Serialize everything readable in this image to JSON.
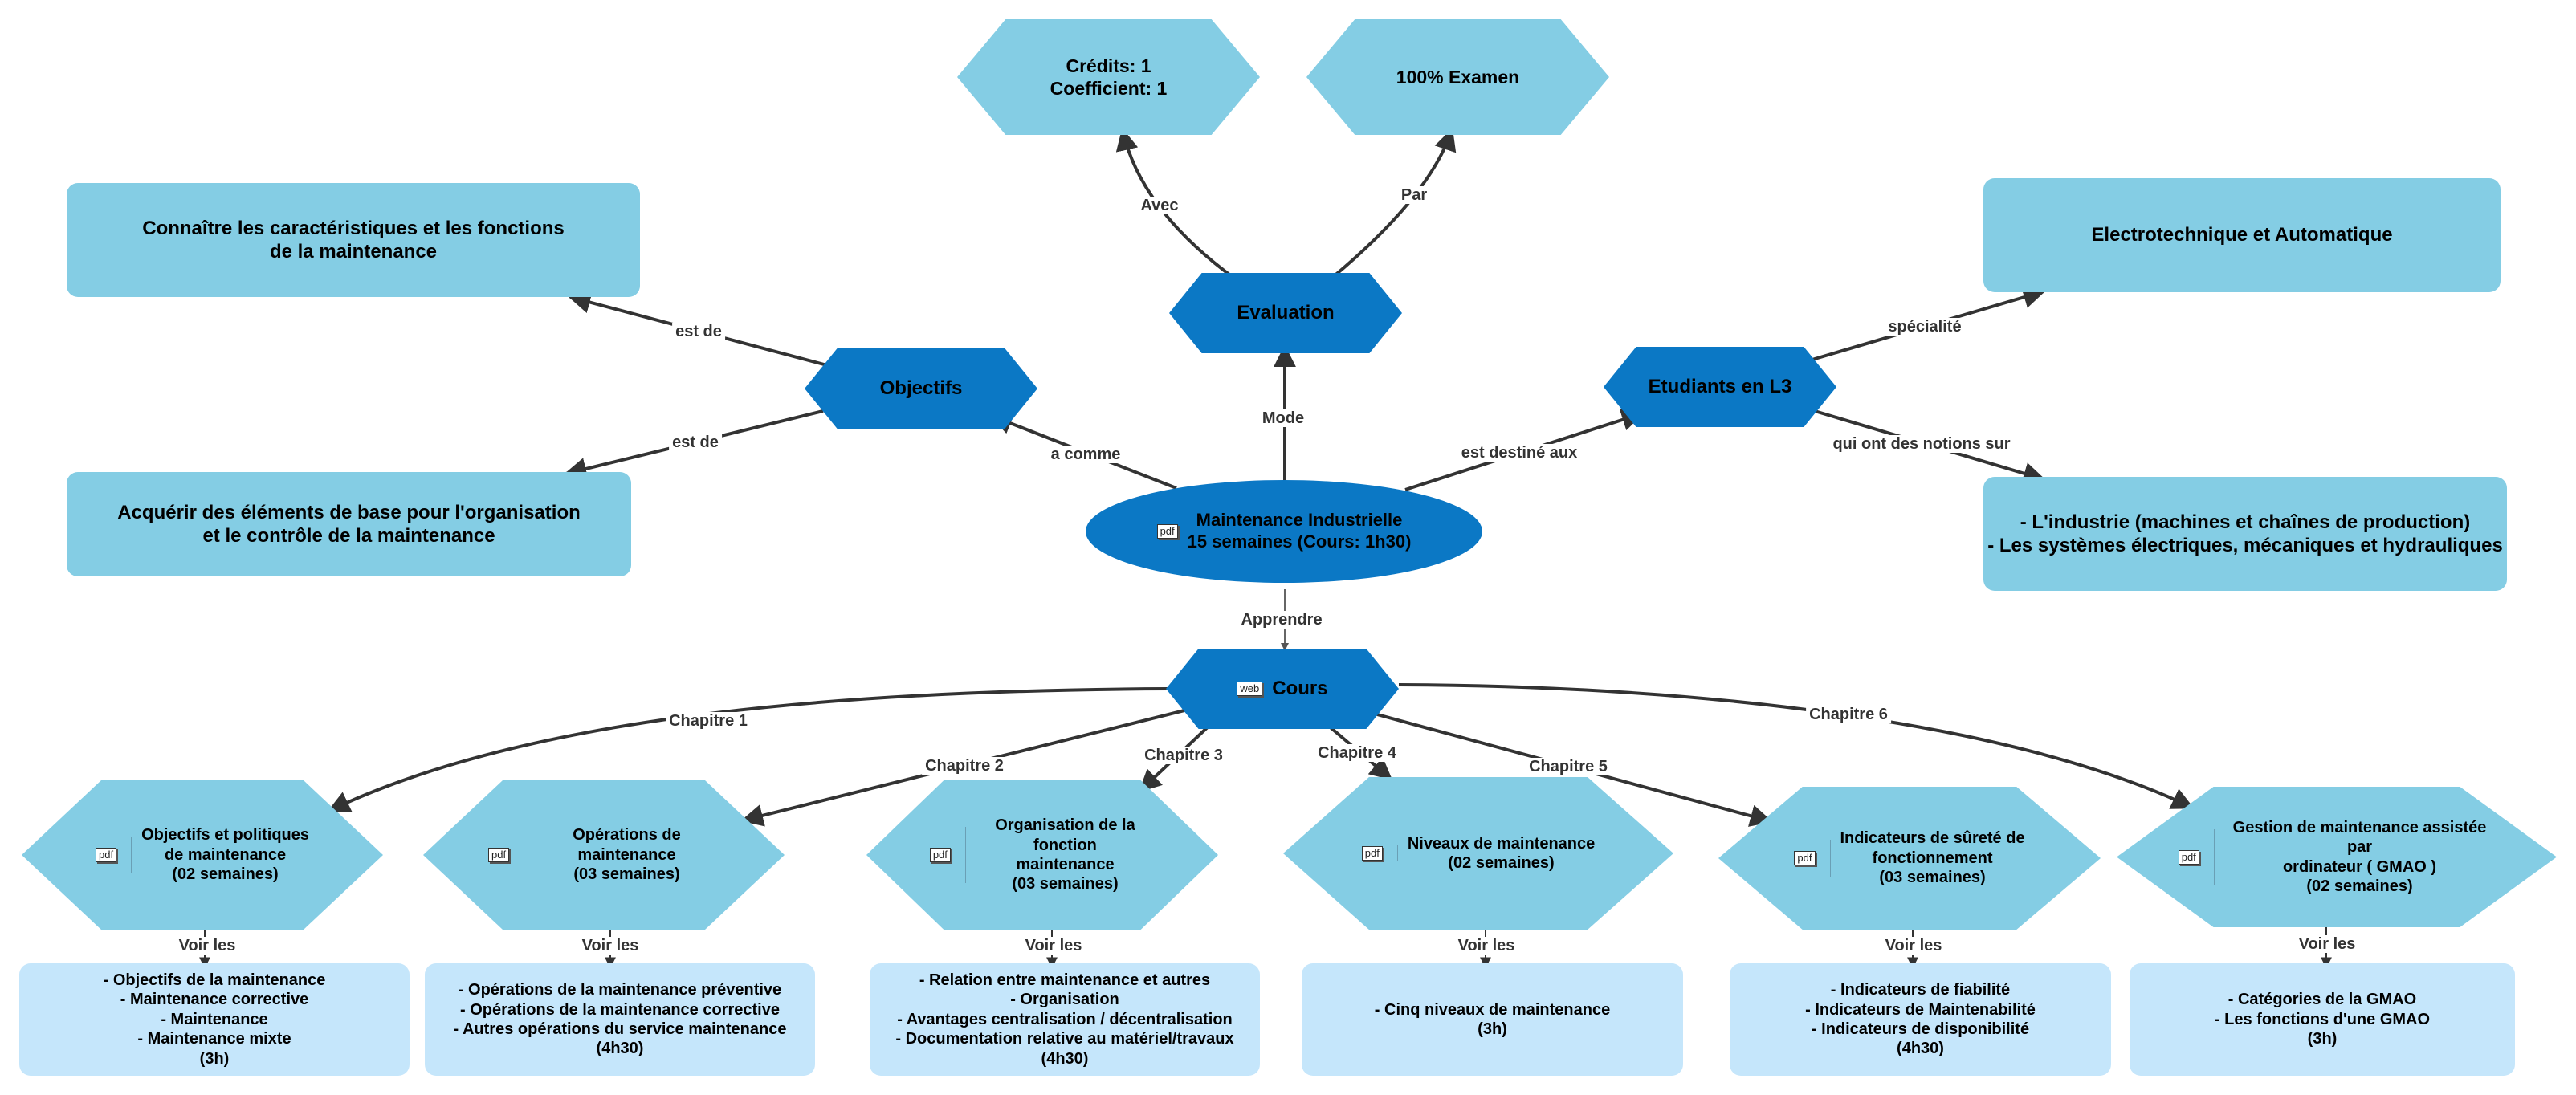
{
  "colors": {
    "octagon": "#0b78c5",
    "box": "#84cde4",
    "detail_box": "#c5e6fb",
    "edge": "#333333"
  },
  "center": {
    "badge": "pdf",
    "text": "Maintenance Industrielle\n15 semaines (Cours: 1h30)"
  },
  "hubs": {
    "objectifs": "Objectifs",
    "evaluation": "Evaluation",
    "etudiants": "Etudiants en L3",
    "cours": "Cours",
    "cours_badge": "web"
  },
  "objectifs": {
    "obj1": "Connaître les caractéristiques et les fonctions\nde la maintenance",
    "obj2": "Acquérir des éléments de base pour l'organisation\net le contrôle de la maintenance"
  },
  "evaluation": {
    "credits": "Crédits: 1\nCoefficient: 1",
    "exam": "100%  Examen"
  },
  "etudiants": {
    "specialite": "Electrotechnique et Automatique",
    "notions": "- L'industrie (machines et chaînes de production)\n- Les systèmes électriques, mécaniques et hydrauliques"
  },
  "edge_labels": {
    "a_comme": "a comme",
    "mode": "Mode",
    "est_destine_aux": "est destiné aux",
    "apprendre": "Apprendre",
    "est_de_1": "est de",
    "est_de_2": "est de",
    "avec": "Avec",
    "par": "Par",
    "specialite": "spécialité",
    "qui_ont": "qui ont des notions sur",
    "voir_les": "Voir les"
  },
  "chapters": [
    {
      "edge_label": "Chapitre 1",
      "badge": "pdf",
      "title": "Objectifs et politiques\nde maintenance\n(02 semaines)",
      "details": "- Objectifs de la maintenance\n- Maintenance corrective\n- Maintenance\n- Maintenance mixte\n(3h)"
    },
    {
      "edge_label": "Chapitre 2",
      "badge": "pdf",
      "title": "Opérations de maintenance\n(03 semaines)",
      "details": "- Opérations de la maintenance préventive\n- Opérations de la maintenance corrective\n- Autres opérations du service maintenance\n(4h30)"
    },
    {
      "edge_label": "Chapitre 3",
      "badge": "pdf",
      "title": "Organisation de la fonction\nmaintenance\n(03 semaines)",
      "details": "- Relation entre maintenance et autres\n- Organisation\n- Avantages centralisation / décentralisation\n- Documentation relative au matériel/travaux\n(4h30)"
    },
    {
      "edge_label": "Chapitre 4",
      "badge": "pdf",
      "title": "Niveaux de maintenance\n(02 semaines)",
      "details": "- Cinq niveaux de maintenance\n(3h)"
    },
    {
      "edge_label": "Chapitre 5",
      "badge": "pdf",
      "title": "Indicateurs de sûreté de\nfonctionnement\n(03 semaines)",
      "details": "- Indicateurs de fiabilité\n- Indicateurs de Maintenabilité\n- Indicateurs de disponibilité\n(4h30)"
    },
    {
      "edge_label": "Chapitre 6",
      "badge": "pdf",
      "title": "Gestion de maintenance assistée par\nordinateur ( GMAO )\n(02 semaines)",
      "details": "- Catégories de la GMAO\n- Les fonctions d'une GMAO\n(3h)"
    }
  ]
}
